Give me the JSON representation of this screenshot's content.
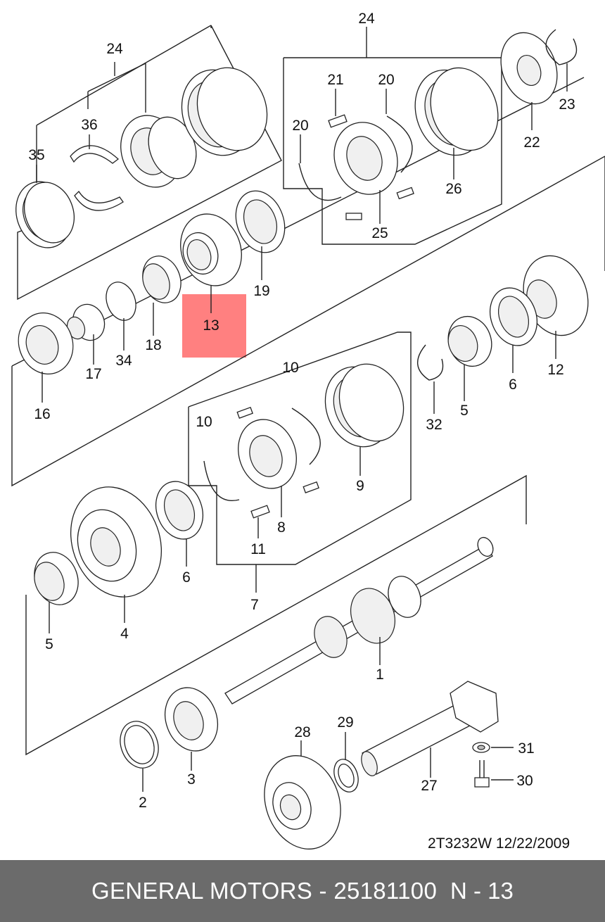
{
  "diagram": {
    "labels": {
      "l24a": "24",
      "l24b": "24",
      "l36": "36",
      "l35": "35",
      "l21": "21",
      "l20a": "20",
      "l20b": "20",
      "l23": "23",
      "l22": "22",
      "l26": "26",
      "l25": "25",
      "l19": "19",
      "l13": "13",
      "l18": "18",
      "l34": "34",
      "l17": "17",
      "l16": "16",
      "l12": "12",
      "l6a": "6",
      "l5a": "5",
      "l32": "32",
      "l10a": "10",
      "l10b": "10",
      "l9": "9",
      "l8": "8",
      "l11": "11",
      "l6b": "6",
      "l4": "4",
      "l5b": "5",
      "l7": "7",
      "l1": "1",
      "l28": "28",
      "l29": "29",
      "l31": "31",
      "l30": "30",
      "l27": "27",
      "l3": "3",
      "l2": "2"
    },
    "drawing_code": "2T3232W  12/22/2009",
    "highlight": {
      "part": "13",
      "color": "#ff8080"
    }
  },
  "footer": {
    "title": "GENERAL MOTORS - 25181100",
    "ref": "N - 13",
    "background": "#6b6b6b"
  }
}
